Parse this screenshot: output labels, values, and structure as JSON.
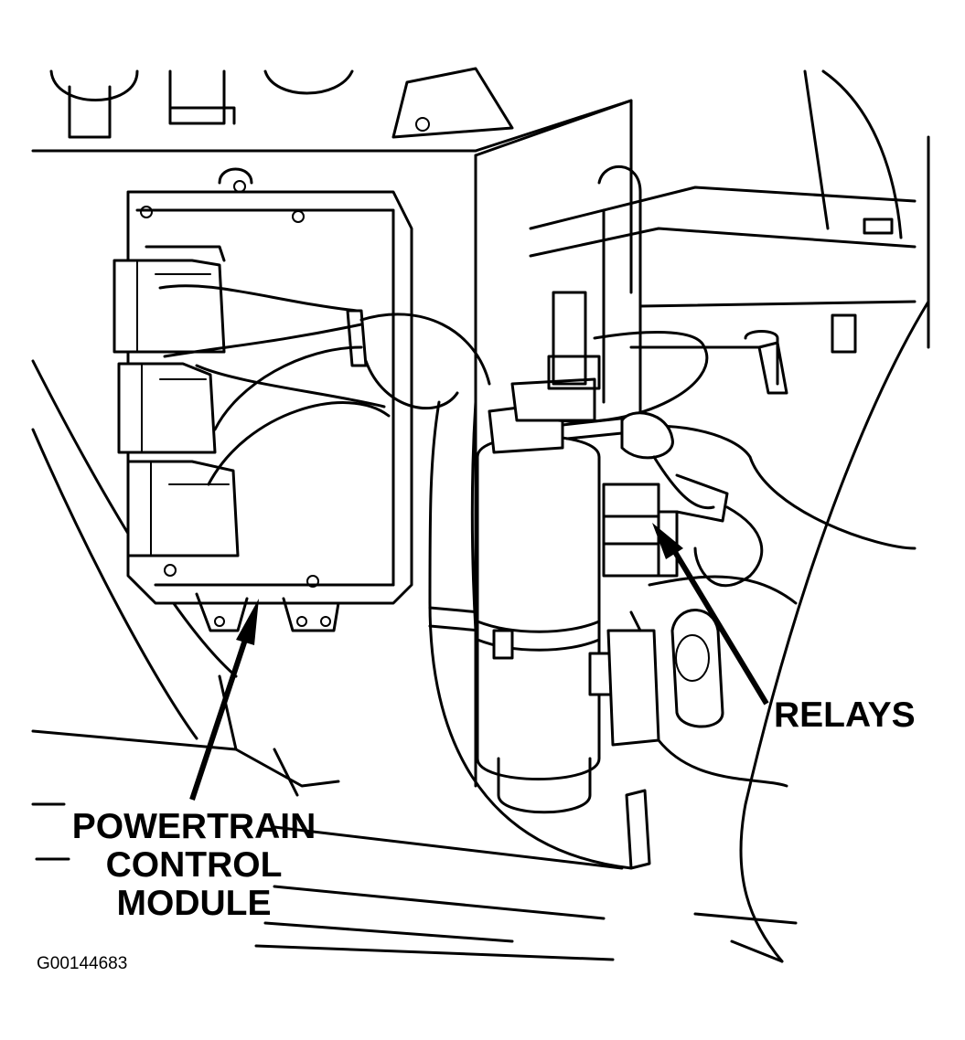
{
  "labels": {
    "pcm_line1": "POWERTRAIN",
    "pcm_line2": "CONTROL",
    "pcm_line3": "MODULE",
    "relays": "RELAYS"
  },
  "figure_id": "G00144683"
}
